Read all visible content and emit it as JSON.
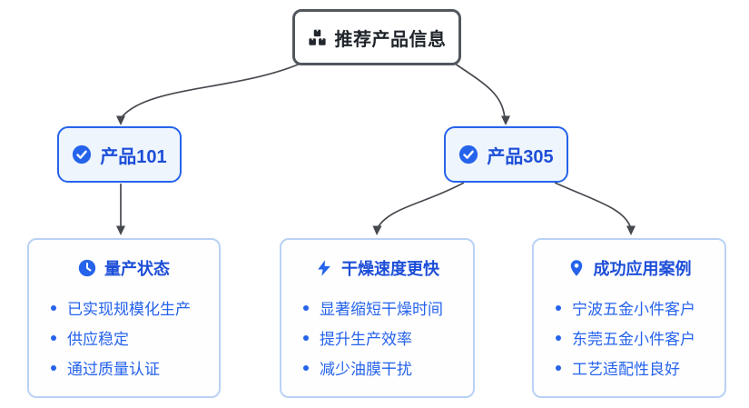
{
  "root": {
    "label": "推荐产品信息",
    "icon": "boxes-icon"
  },
  "products": [
    {
      "label": "产品101",
      "icon": "check-circle-icon"
    },
    {
      "label": "产品305",
      "icon": "check-circle-icon"
    }
  ],
  "cards": [
    {
      "title": "量产状态",
      "icon": "clock-icon",
      "items": [
        "已实现规模化生产",
        "供应稳定",
        "通过质量认证"
      ]
    },
    {
      "title": "干燥速度更快",
      "icon": "lightning-icon",
      "items": [
        "显著缩短干燥时间",
        "提升生产效率",
        "减少油膜干扰"
      ]
    },
    {
      "title": "成功应用案例",
      "icon": "location-pin-icon",
      "items": [
        "宁波五金小件客户",
        "东莞五金小件客户",
        "工艺适配性良好"
      ]
    }
  ],
  "colors": {
    "accent_blue": "#2563eb",
    "node_text_blue": "#1d4ed8",
    "card_border_blue": "#b9d2f4",
    "product_bg_blue": "#eef5fd",
    "root_border_gray": "#52575e",
    "root_text_dark": "#1f242b",
    "arrow_gray": "#46494e"
  }
}
